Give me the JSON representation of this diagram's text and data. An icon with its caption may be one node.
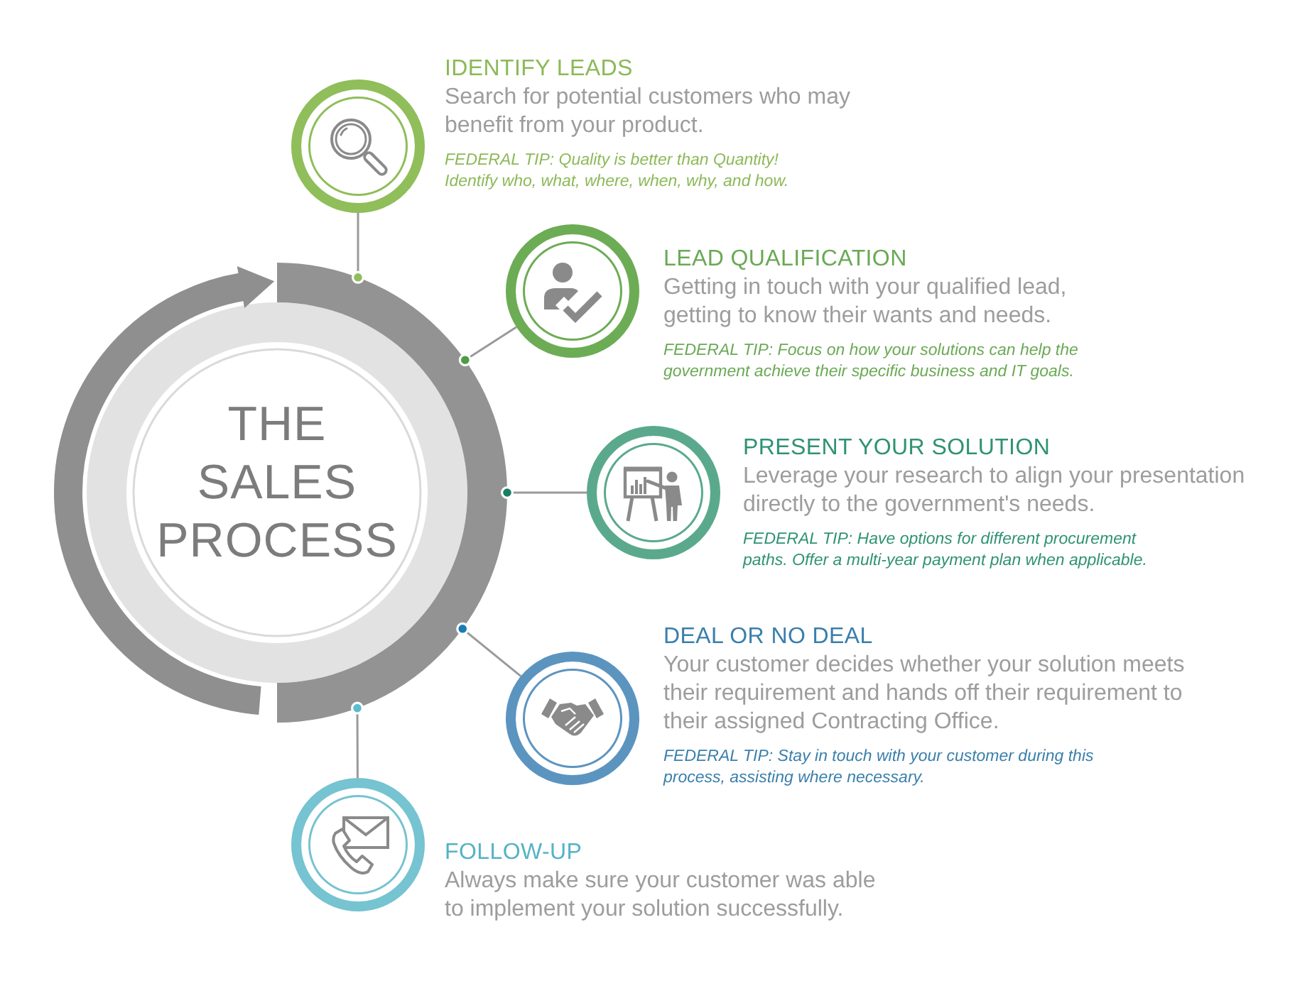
{
  "diagram": {
    "nodes": [
      {
        "text": [
          "THE SALES PROCESS"
        ]
      },
      {
        "text": [],
        "shape": "circle",
        "beside": [
          "IDENTIFY LEADS",
          "Search for potential customers who may benefit from your product.",
          "FEDERAL TIP: Quality is better than Quantity! Identify who, what, where, when, why, and how."
        ]
      },
      {
        "text": [],
        "shape": "circle",
        "beside": [
          "LEAD QUALIFICATION",
          "Getting in touch with your qualified lead, getting to know their wants and needs.",
          "FEDERAL TIP: Focus on how your solutions can help the government achieve their specific business and IT goals."
        ]
      },
      {
        "text": [],
        "shape": "circle",
        "beside": [
          "PRESENT YOUR SOLUTION",
          "Leverage your research to align your presentation directly to the government's needs.",
          "FEDERAL TIP: Have options for different procurement paths. Offer a multi-year payment plan when applicable."
        ]
      },
      {
        "text": [],
        "shape": "circle",
        "beside": [
          "DEAL OR NO DEAL",
          "Your customer decides whether your solution meets their requirement and hands off their requirement to their assigned Contracting Office.",
          "FEDERAL TIP: Stay in touch with your customer during this process, assisting where necessary."
        ]
      },
      {
        "text": [],
        "shape": "circle",
        "beside": [
          "FOLLOW-UP",
          "Always make sure your customer was able to implement your solution successfully."
        ]
      }
    ],
    "edges": [
      {
        "from": 0,
        "to": 1,
        "arrow": "other"
      },
      {
        "from": 0,
        "to": 2,
        "arrow": "other"
      },
      {
        "from": 0,
        "to": 3,
        "arrow": "other"
      },
      {
        "from": 0,
        "to": 4,
        "arrow": "other"
      },
      {
        "from": 0,
        "to": 5,
        "arrow": "other"
      }
    ]
  }
}
